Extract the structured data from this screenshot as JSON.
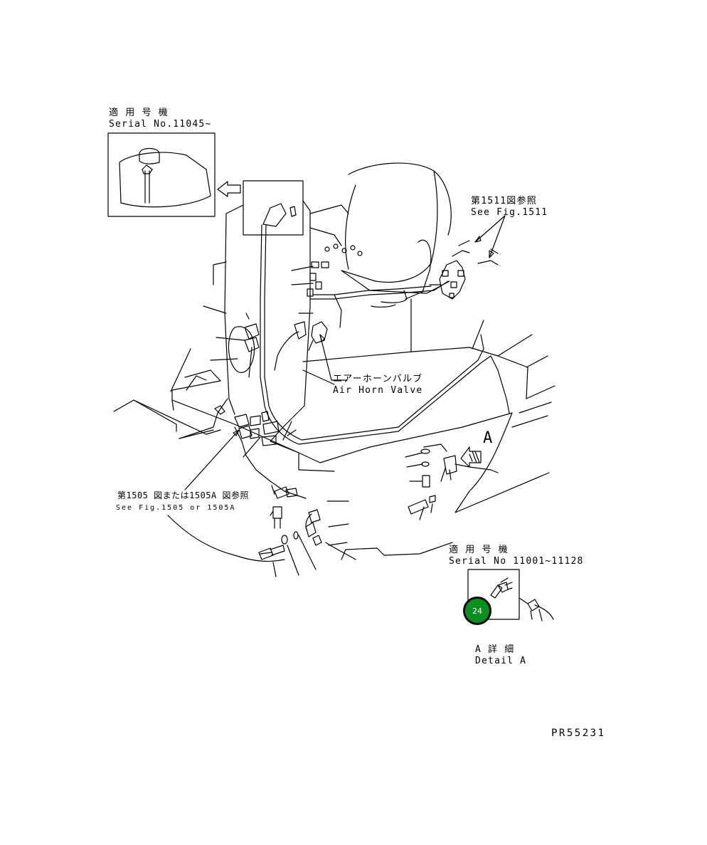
{
  "labels": {
    "serial_top_jp": "適 用 号 機",
    "serial_top_en": "Serial No.11045~",
    "fig1511_jp": "第1511図参照",
    "fig1511_en": "See Fig.1511",
    "airhorn_jp": "エアーホーンバルブ",
    "airhorn_en": "Air Horn Valve",
    "detail_marker": "A",
    "fig1505_jp": "第1505 図または1505A 図参照",
    "fig1505_en": "See Fig.1505 or 1505A",
    "serial_detail_jp": "適 用 号 機",
    "serial_detail_en": "Serial No 11001~11128",
    "detail_title_jp": "A 詳 細",
    "detail_title_en": "Detail A",
    "drawing_code": "PR55231"
  },
  "callouts": [
    {
      "number": "24",
      "color": "#0b8f1f"
    }
  ]
}
